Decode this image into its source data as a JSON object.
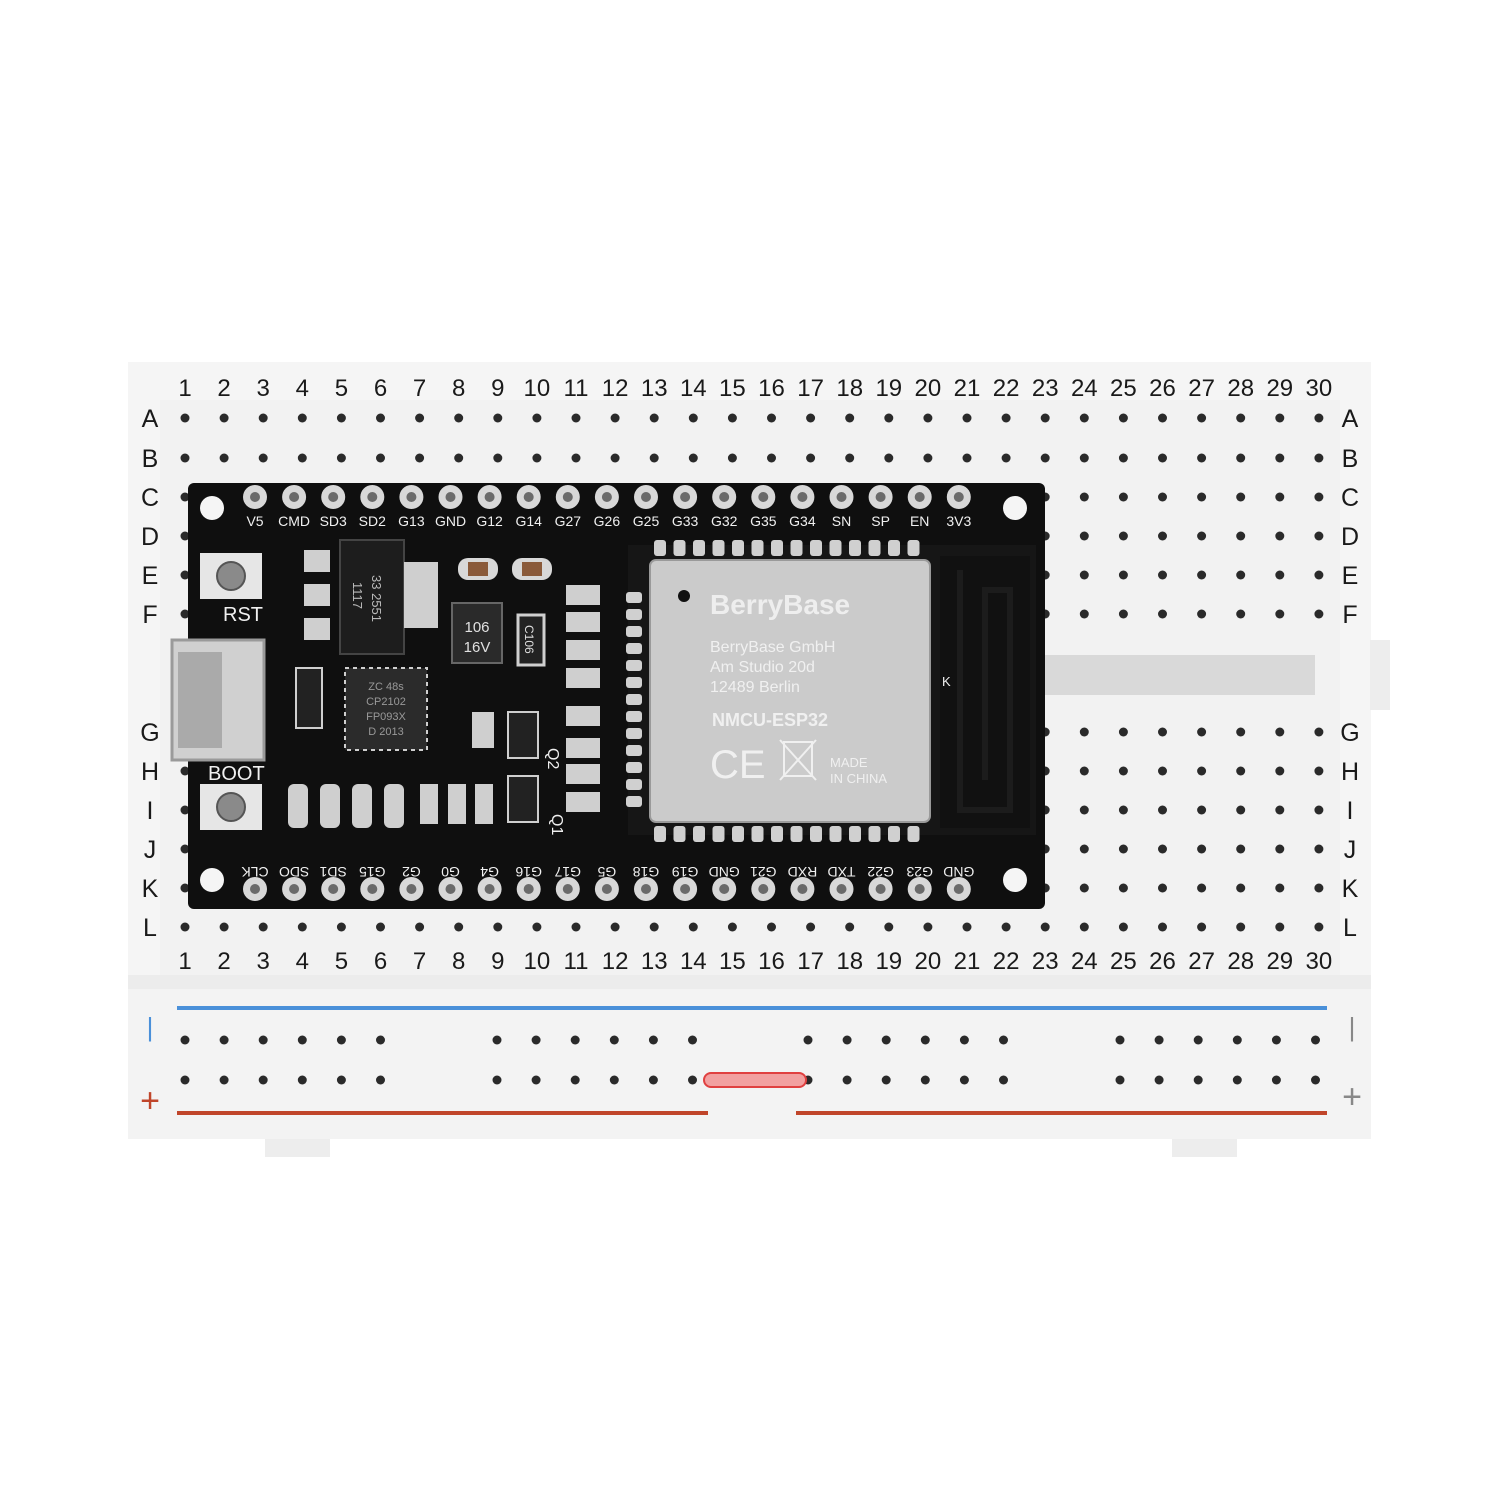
{
  "breadboard": {
    "column_numbers": [
      "1",
      "2",
      "3",
      "4",
      "5",
      "6",
      "7",
      "8",
      "9",
      "10",
      "11",
      "12",
      "13",
      "14",
      "15",
      "16",
      "17",
      "18",
      "19",
      "20",
      "21",
      "22",
      "23",
      "24",
      "25",
      "26",
      "27",
      "28",
      "29",
      "30"
    ],
    "row_letters": [
      "A",
      "B",
      "C",
      "D",
      "E",
      "F",
      "G",
      "H",
      "I",
      "J",
      "K",
      "L"
    ],
    "rail_minus_label": "|",
    "rail_plus_label": "+",
    "colors": {
      "body": "#f4f4f4",
      "hole": "#2a2a2a",
      "rail_blue": "#4a90d9",
      "rail_red": "#c0452a",
      "jumper": "#e04040"
    }
  },
  "board": {
    "top_pins": [
      "V5",
      "CMD",
      "SD3",
      "SD2",
      "G13",
      "GND",
      "G12",
      "G14",
      "G27",
      "G26",
      "G25",
      "G33",
      "G32",
      "G35",
      "G34",
      "SN",
      "SP",
      "EN",
      "3V3"
    ],
    "bottom_pins": [
      "CLK",
      "SDO",
      "SD1",
      "G15",
      "G2",
      "G0",
      "G4",
      "G16",
      "G17",
      "G5",
      "G18",
      "G19",
      "GND",
      "G21",
      "RXD",
      "TXD",
      "G22",
      "G23",
      "GND"
    ],
    "buttons": {
      "reset": "RST",
      "boot": "BOOT"
    },
    "regulator": {
      "line1": "1117",
      "line2": "33 2551"
    },
    "capacitor": {
      "line1": "106",
      "line2": "16V"
    },
    "cap_label": "C106",
    "chip_text": [
      "ZC 48s",
      "CP2102",
      "FP093X",
      "D 2013"
    ],
    "transistor_labels": [
      "Q2",
      "Q1"
    ],
    "module": {
      "brand": "BerryBase",
      "company": "BerryBase GmbH",
      "street": "Am Studio 20d",
      "city": "12489 Berlin",
      "model": "NMCU-ESP32",
      "ce_mark": "CE",
      "made_in_line1": "MADE",
      "made_in_line2": "IN CHINA",
      "antenna_mark": "K"
    },
    "colors": {
      "pcb": "#0f0f0f",
      "pin_ring": "#d8d8d8",
      "shield": "#c9c9c9",
      "silkscreen": "#f0f0f0"
    }
  }
}
